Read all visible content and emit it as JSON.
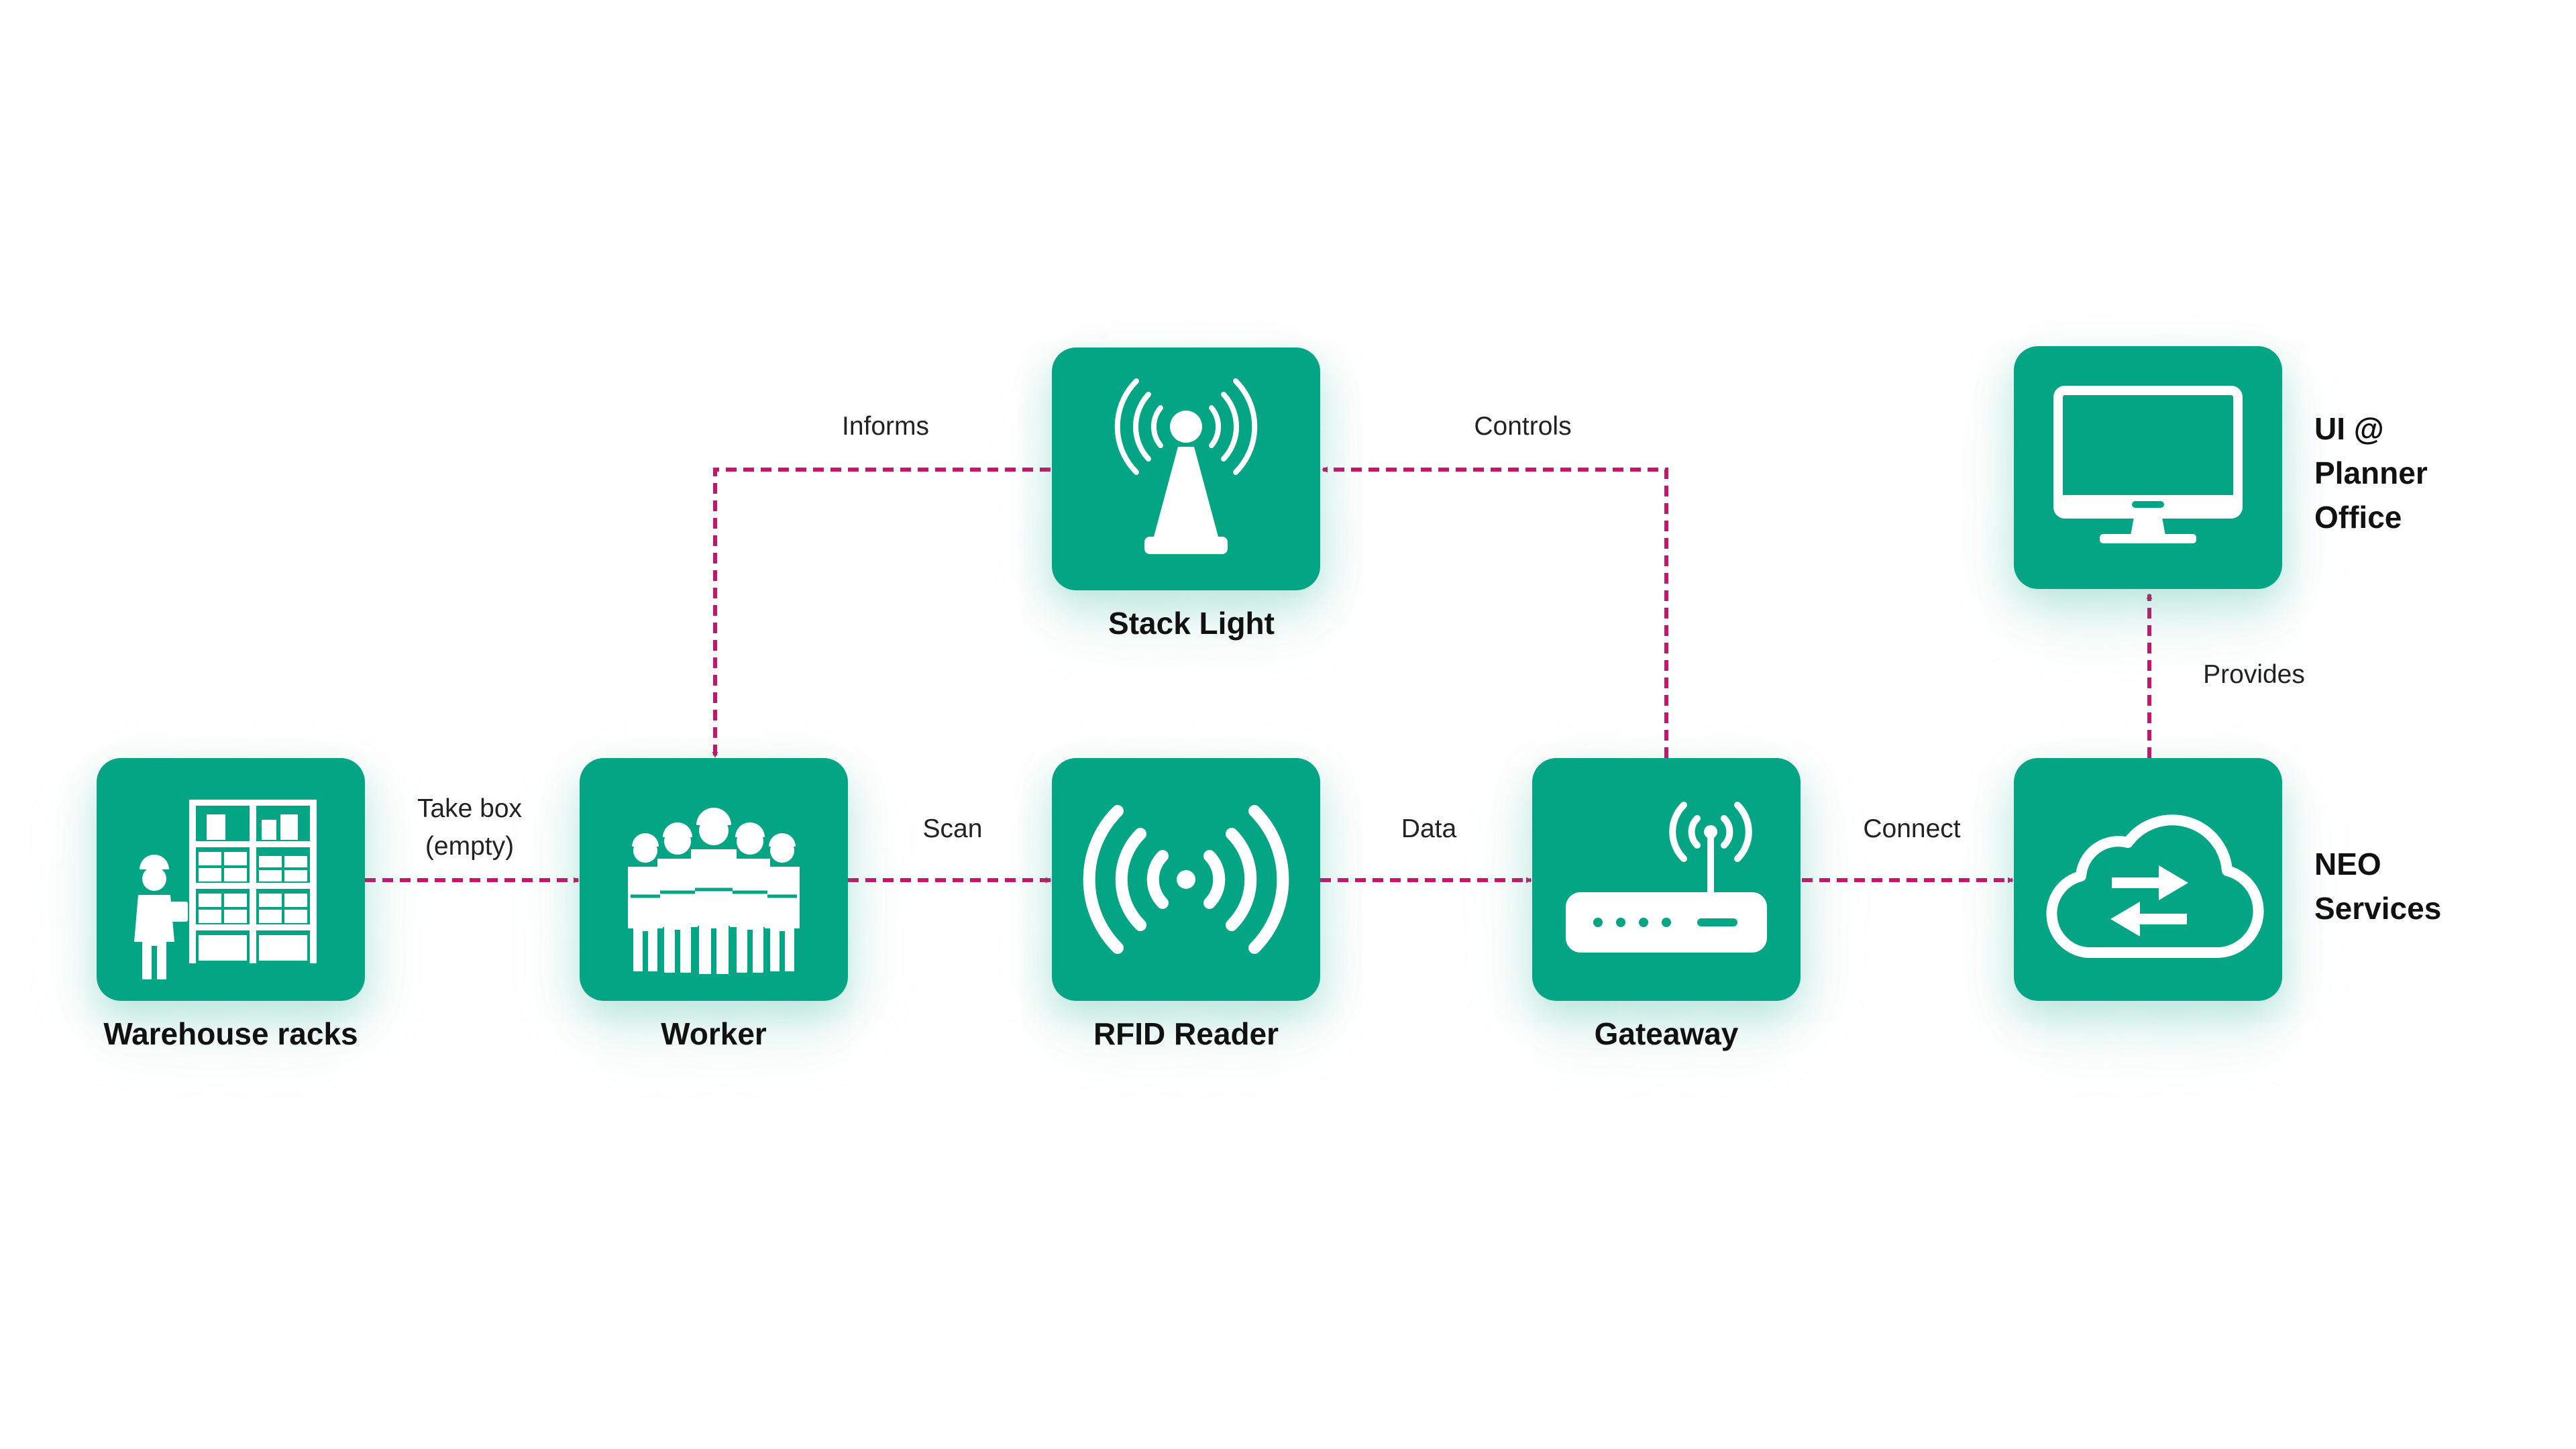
{
  "diagram": {
    "accent_color": "#04a585",
    "connector_color": "#c8156b",
    "nodes": {
      "warehouse": {
        "label": "Warehouse racks",
        "icon": "warehouse-worker-icon"
      },
      "worker": {
        "label": "Worker",
        "icon": "workers-group-icon"
      },
      "rfid": {
        "label": "RFID Reader",
        "icon": "rfid-signal-icon"
      },
      "gateway": {
        "label": "Gateaway",
        "icon": "router-icon"
      },
      "neo": {
        "label_line1": "NEO",
        "label_line2": "Services",
        "icon": "cloud-sync-icon"
      },
      "stacklight": {
        "label": "Stack Light",
        "icon": "signal-tower-icon"
      },
      "ui": {
        "label_line1": "UI @",
        "label_line2": "Planner",
        "label_line3": "Office",
        "icon": "monitor-icon"
      }
    },
    "edges": {
      "take_box": {
        "line1": "Take box",
        "line2": "(empty)"
      },
      "scan": "Scan",
      "data": "Data",
      "connect": "Connect",
      "informs": "Informs",
      "controls": "Controls",
      "provides": "Provides"
    }
  }
}
